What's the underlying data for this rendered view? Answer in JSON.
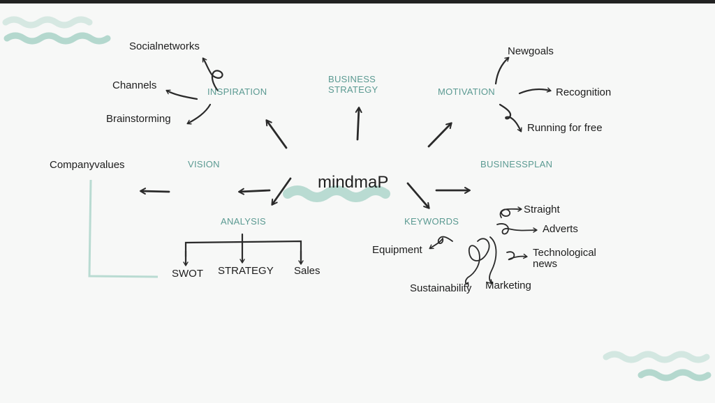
{
  "diagram": {
    "center": "mindmaP",
    "categories": {
      "inspiration": "INSPIRATION",
      "business_strategy_line1": "BUSINESS",
      "business_strategy_line2": "STRATEGY",
      "motivation": "MOTIVATION",
      "vision": "VISION",
      "businessplan": "BUSINESSPLAN",
      "analysis": "ANALYSIS",
      "keywords": "KEYWORDS"
    },
    "inspiration_items": [
      "Socialnetworks",
      "Channels",
      "Brainstorming"
    ],
    "motivation_items": [
      "Newgoals",
      "Recognition",
      "Running for free"
    ],
    "vision_items": [
      "Companyvalues"
    ],
    "analysis_items": [
      "SWOT",
      "STRATEGY",
      "Sales"
    ],
    "keywords_items": [
      "Straight",
      "Adverts",
      "Technological",
      "news",
      "Equipment",
      "Sustainability",
      "Marketing"
    ]
  },
  "colors": {
    "accent": "#5b9a92",
    "wave": "#a9d3c8",
    "ink": "#2a2a2a"
  }
}
